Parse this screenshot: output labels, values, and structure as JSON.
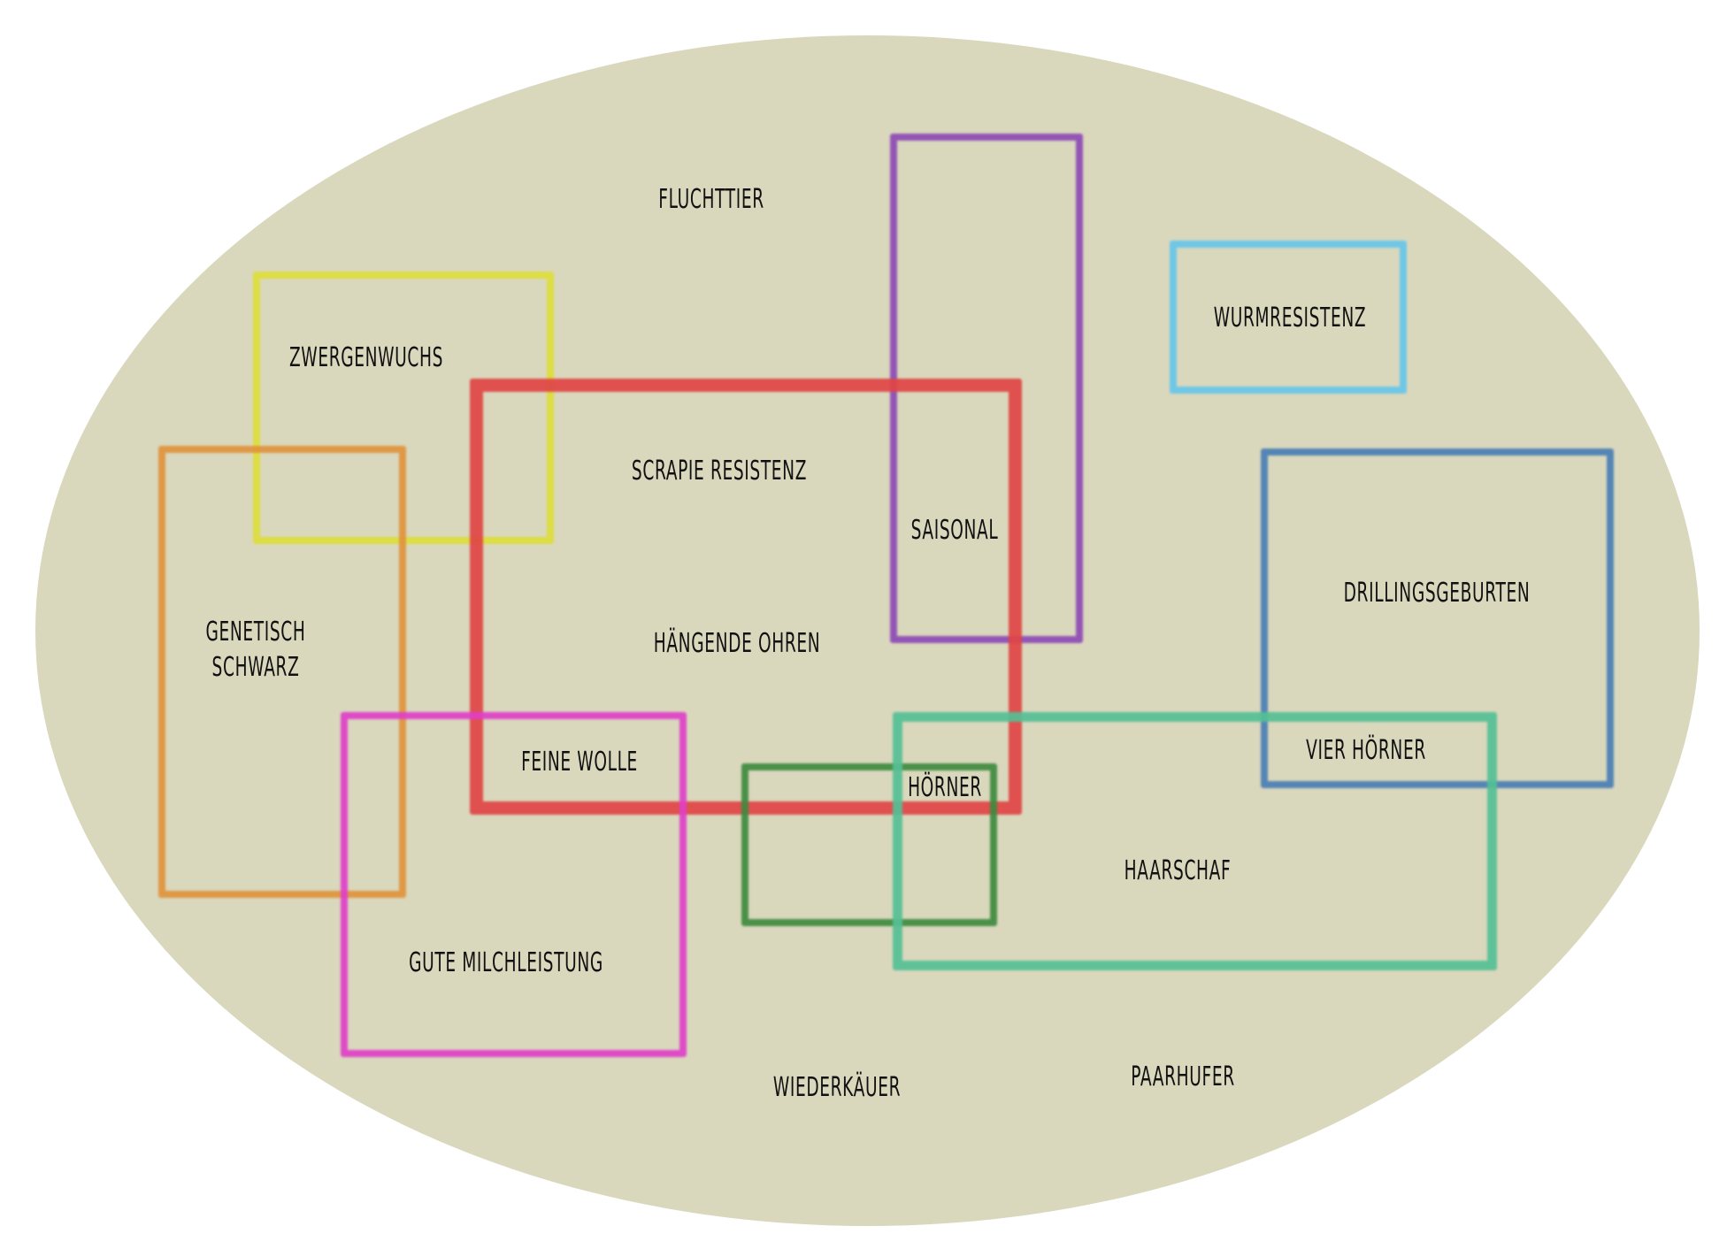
{
  "sets": [
    {
      "id": "saisonal",
      "color": "#8e4bb5"
    },
    {
      "id": "zwergenwuchs",
      "color": "#dede3a"
    },
    {
      "id": "wurmresistenz",
      "color": "#66c6ea"
    },
    {
      "id": "scrapie",
      "color": "#e04545"
    },
    {
      "id": "genetisch-schwarz",
      "color": "#e0943c"
    },
    {
      "id": "drillingsgeburten",
      "color": "#4a7fb5"
    },
    {
      "id": "milchleistung",
      "color": "#e040c8"
    },
    {
      "id": "hoerner",
      "color": "#3f8a3f"
    },
    {
      "id": "haarschaf",
      "color": "#55c095"
    }
  ],
  "background_color": "#d9d7bc",
  "labels": {
    "fluchttier": "FLUCHTTIER",
    "zwergenwuchs": "ZWERGENWUCHS",
    "wurmresistenz": "WURMRESISTENZ",
    "scrapie": "SCRAPIE RESISTENZ",
    "saisonal": "SAISONAL",
    "drillingsgeburten": "DRILLINGSGEBURTEN",
    "genetisch": "GENETISCH",
    "schwarz": "SCHWARZ",
    "haengende_ohren": "HÄNGENDE OHREN",
    "feine_wolle": "FEINE WOLLE",
    "hoerner": "HÖRNER",
    "vier_hoerner": "VIER HÖRNER",
    "haarschaf": "HAARSCHAF",
    "milchleistung": "GUTE MILCHLEISTUNG",
    "wiederkaeuer": "WIEDERKÄUER",
    "paarhufer": "PAARHUFER"
  }
}
